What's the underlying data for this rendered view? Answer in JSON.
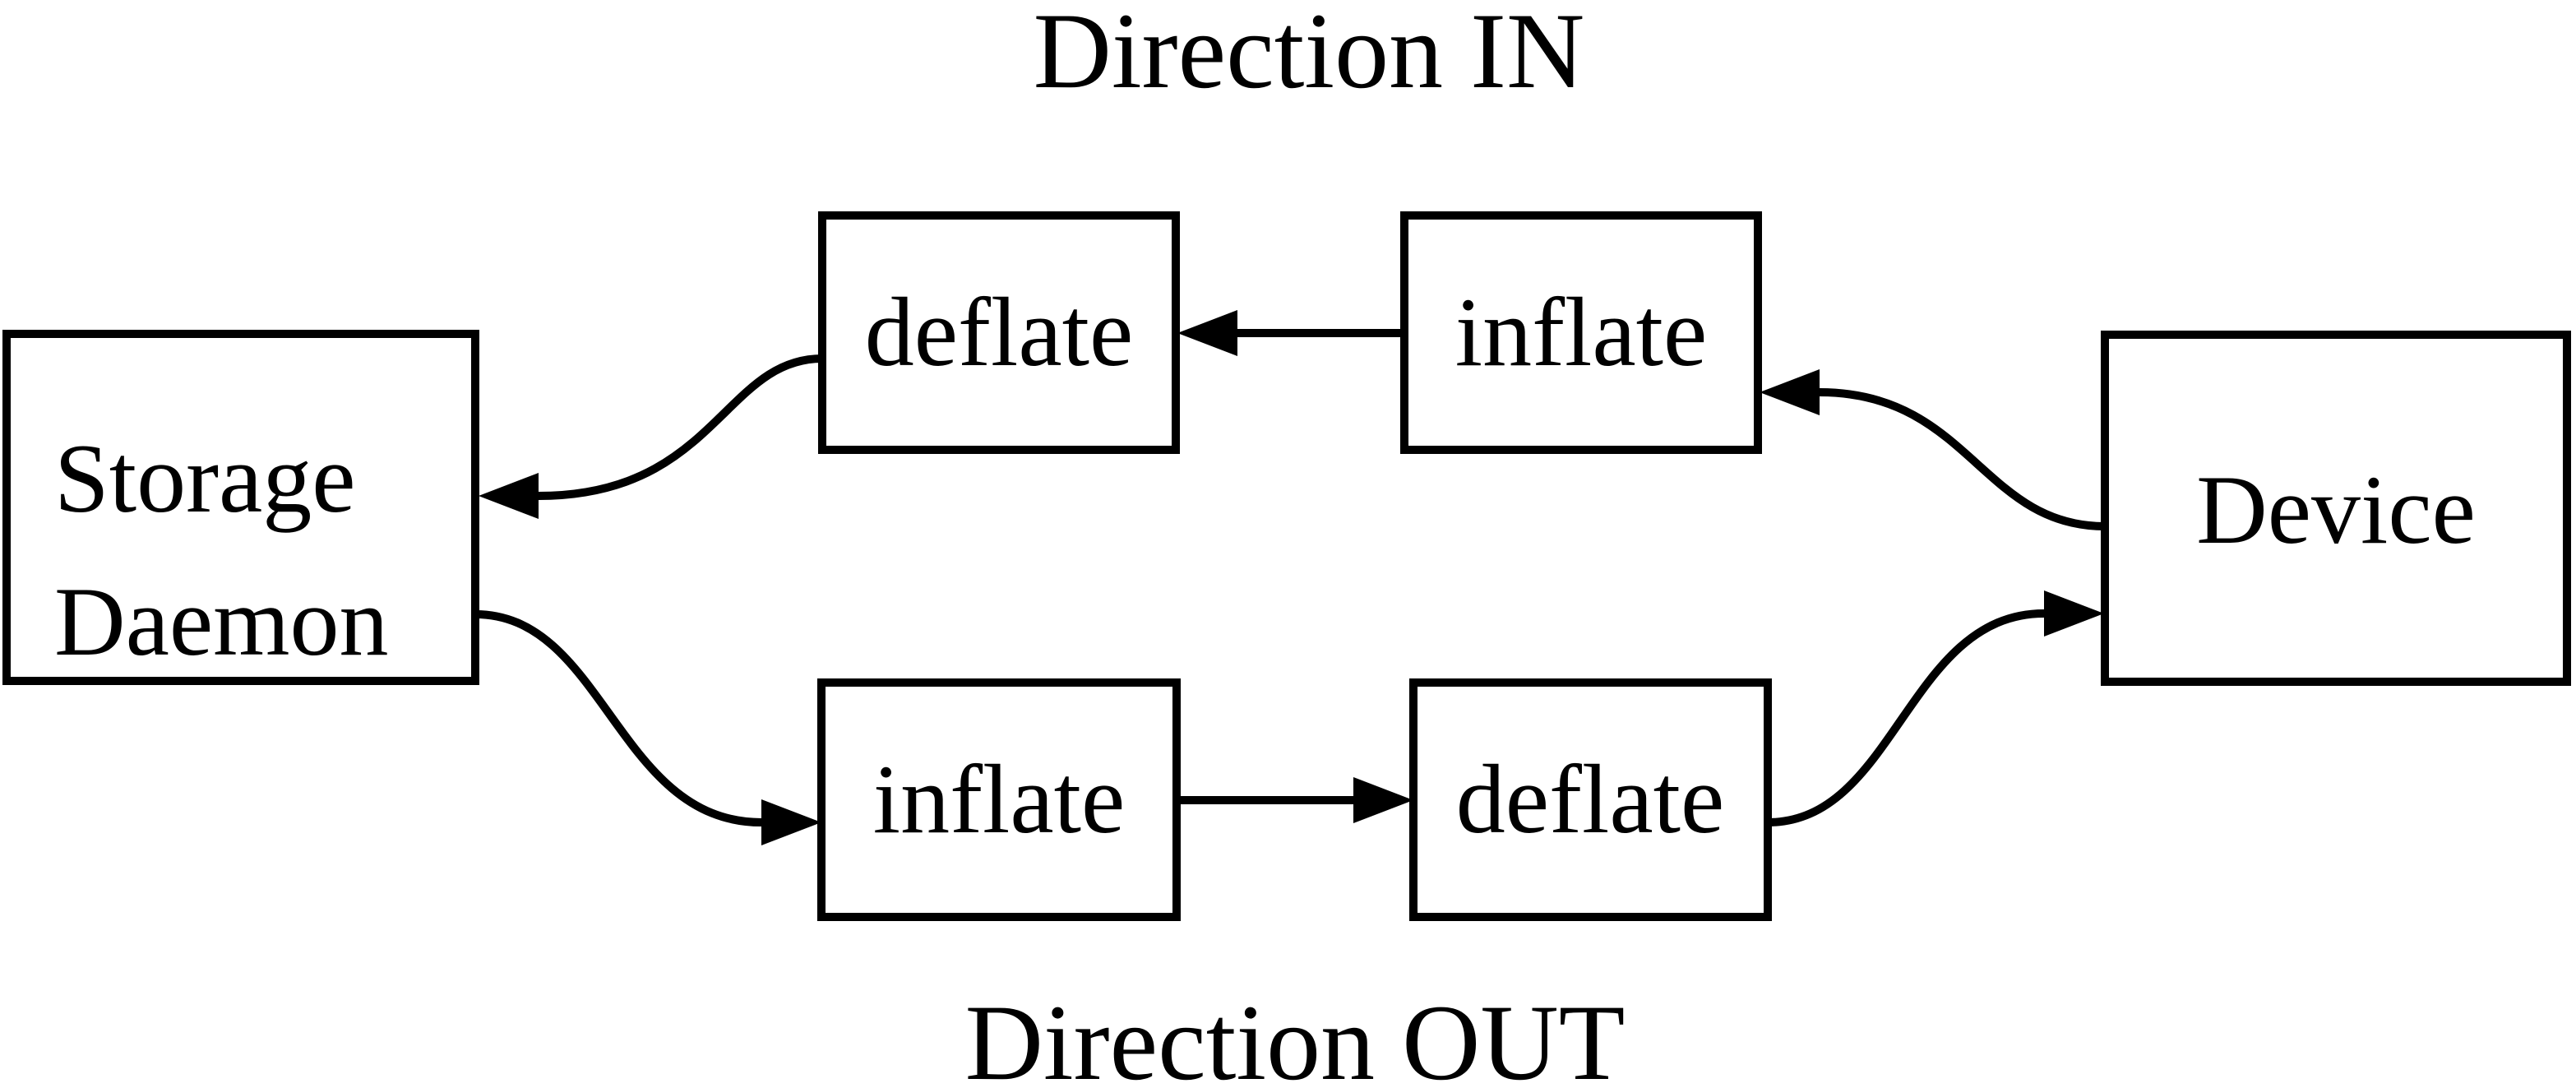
{
  "diagram": {
    "background_color": "#ffffff",
    "line_color": "#000000",
    "titles": {
      "direction_in": "Direction IN",
      "direction_out": "Direction OUT"
    },
    "boxes": {
      "storage_daemon": {
        "line1": "Storage",
        "line2": "Daemon"
      },
      "device": {
        "label": "Device"
      },
      "deflate_in": {
        "label": "deflate"
      },
      "inflate_in": {
        "label": "inflate"
      },
      "inflate_out": {
        "label": "inflate"
      },
      "deflate_out": {
        "label": "deflate"
      }
    },
    "edges": [
      {
        "from": "device",
        "to": "inflate_in",
        "direction": "in"
      },
      {
        "from": "inflate_in",
        "to": "deflate_in",
        "direction": "in"
      },
      {
        "from": "deflate_in",
        "to": "storage_daemon",
        "direction": "in"
      },
      {
        "from": "storage_daemon",
        "to": "inflate_out",
        "direction": "out"
      },
      {
        "from": "inflate_out",
        "to": "deflate_out",
        "direction": "out"
      },
      {
        "from": "deflate_out",
        "to": "device",
        "direction": "out"
      }
    ]
  }
}
